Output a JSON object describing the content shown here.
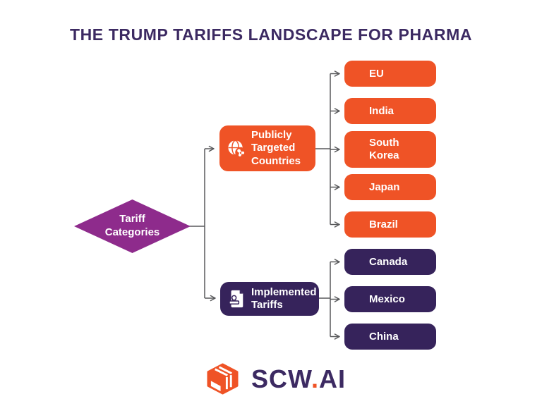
{
  "title": "THE TRUMP TARIFFS LANDSCAPE FOR PHARMA",
  "diagram": {
    "root": {
      "label": "Tariff Categories"
    },
    "branches": [
      {
        "label": "Publicly Targeted Countries",
        "icon": "globe-network-icon",
        "children": [
          "EU",
          "India",
          "South Korea",
          "Japan",
          "Brazil"
        ]
      },
      {
        "label": "Implemented Tariffs",
        "icon": "stamp-document-icon",
        "children": [
          "Canada",
          "Mexico",
          "China"
        ]
      }
    ]
  },
  "logo": {
    "scw": "SCW",
    "dot": ".",
    "ai": "AI"
  },
  "colors": {
    "orange": "#EF5326",
    "dark_purple": "#36235B",
    "magenta_diamond": "#8E2B8C",
    "title_purple": "#3C2A62",
    "line_gray": "#58595B",
    "background": "#FFFFFF"
  }
}
